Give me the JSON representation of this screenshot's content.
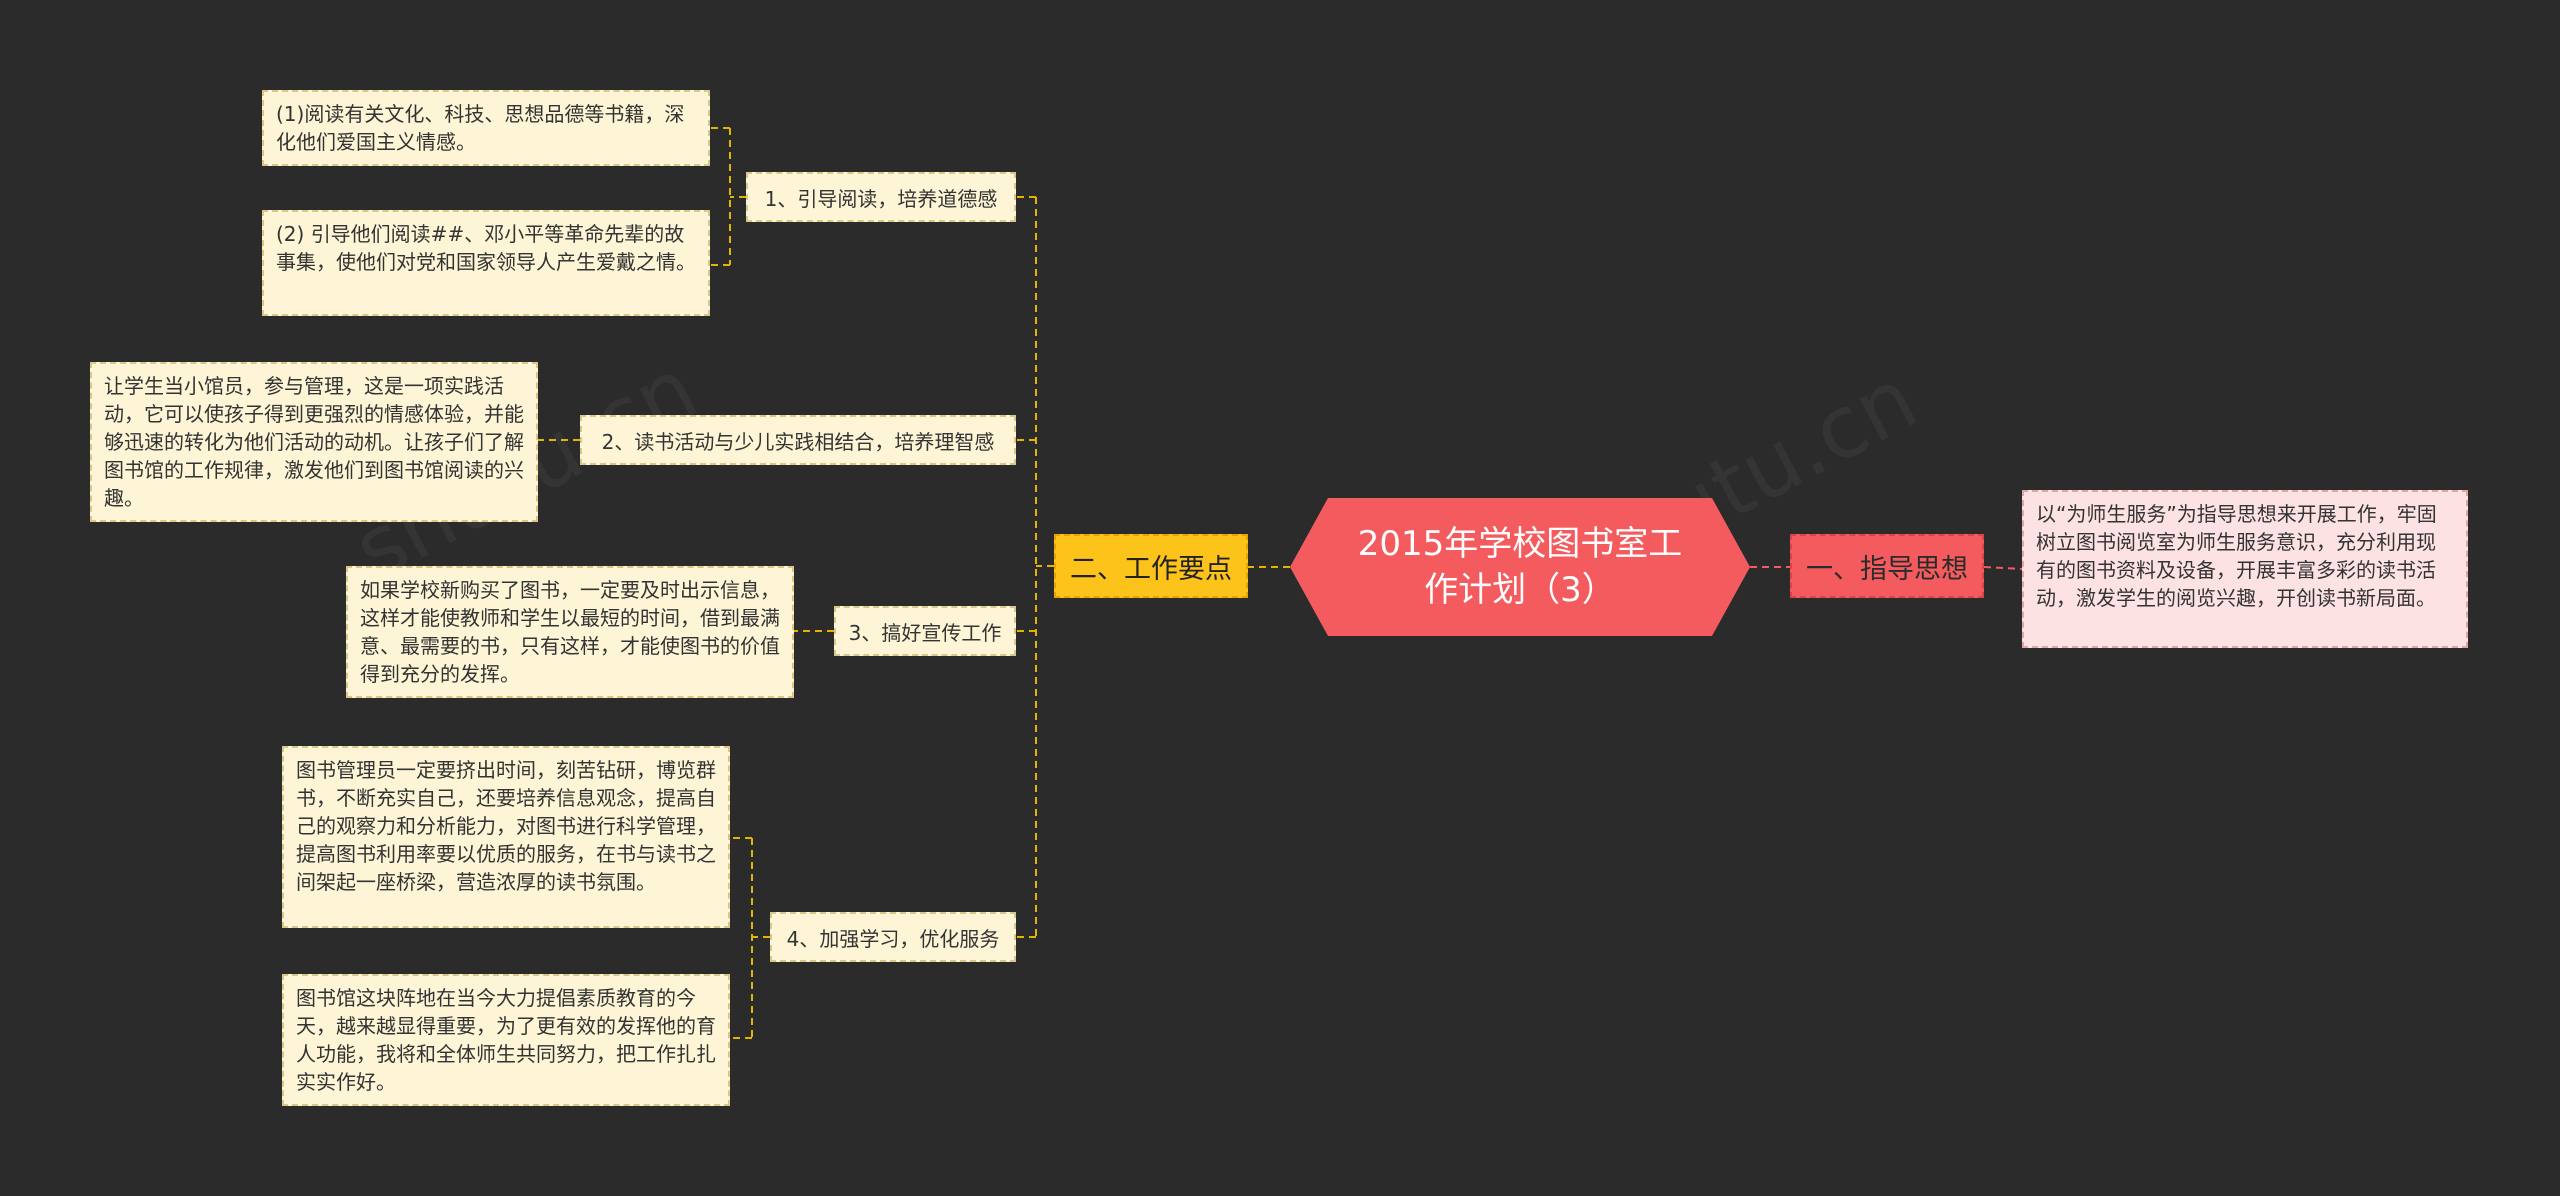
{
  "root": {
    "title": "2015年学校图书室工作计划（3）"
  },
  "branches": {
    "left": {
      "label": "二、工作要点",
      "subs": [
        {
          "label": "1、引导阅读，培养道德感",
          "leaves": [
            "(1)阅读有关文化、科技、思想品德等书籍，深化他们爱国主义情感。",
            "(2) 引导他们阅读##、邓小平等革命先辈的故事集，使他们对党和国家领导人产生爱戴之情。"
          ]
        },
        {
          "label": "2、读书活动与少儿实践相结合，培养理智感",
          "leaves": [
            "让学生当小馆员，参与管理，这是一项实践活动，它可以使孩子得到更强烈的情感体验，并能够迅速的转化为他们活动的动机。让孩子们了解图书馆的工作规律，激发他们到图书馆阅读的兴趣。"
          ]
        },
        {
          "label": "3、搞好宣传工作",
          "leaves": [
            "如果学校新购买了图书，一定要及时出示信息，这样才能使教师和学生以最短的时间，借到最满意、最需要的书，只有这样，才能使图书的价值得到充分的发挥。"
          ]
        },
        {
          "label": "4、加强学习，优化服务",
          "leaves": [
            "图书管理员一定要挤出时间，刻苦钻研，博览群书，不断充实自己，还要培养信息观念，提高自己的观察力和分析能力，对图书进行科学管理，提高图书利用率要以优质的服务，在书与读书之间架起一座桥梁，营造浓厚的读书氛围。",
            "图书馆这块阵地在当今大力提倡素质教育的今天，越来越显得重要，为了更有效的发挥他的育人功能，我将和全体师生共同努力，把工作扎扎实实作好。"
          ]
        }
      ]
    },
    "right": {
      "label": "一、指导思想",
      "leaf": "以“为师生服务”为指导思想来开展工作，牢固树立图书阅览室为师生服务意识，充分利用现有的图书资料及设备，开展丰富多彩的读书活动，激发学生的阅览兴趣，开创读书新局面。"
    }
  },
  "colors": {
    "background": "#2b2b2b",
    "root": "#f45b5e",
    "left_branch": "#fcc31a",
    "right_branch": "#f45b5e",
    "leaf_left": "#fdf5d6",
    "leaf_right": "#fde2e4",
    "link_left": "#e2b400",
    "link_right": "#f45b5e"
  }
}
